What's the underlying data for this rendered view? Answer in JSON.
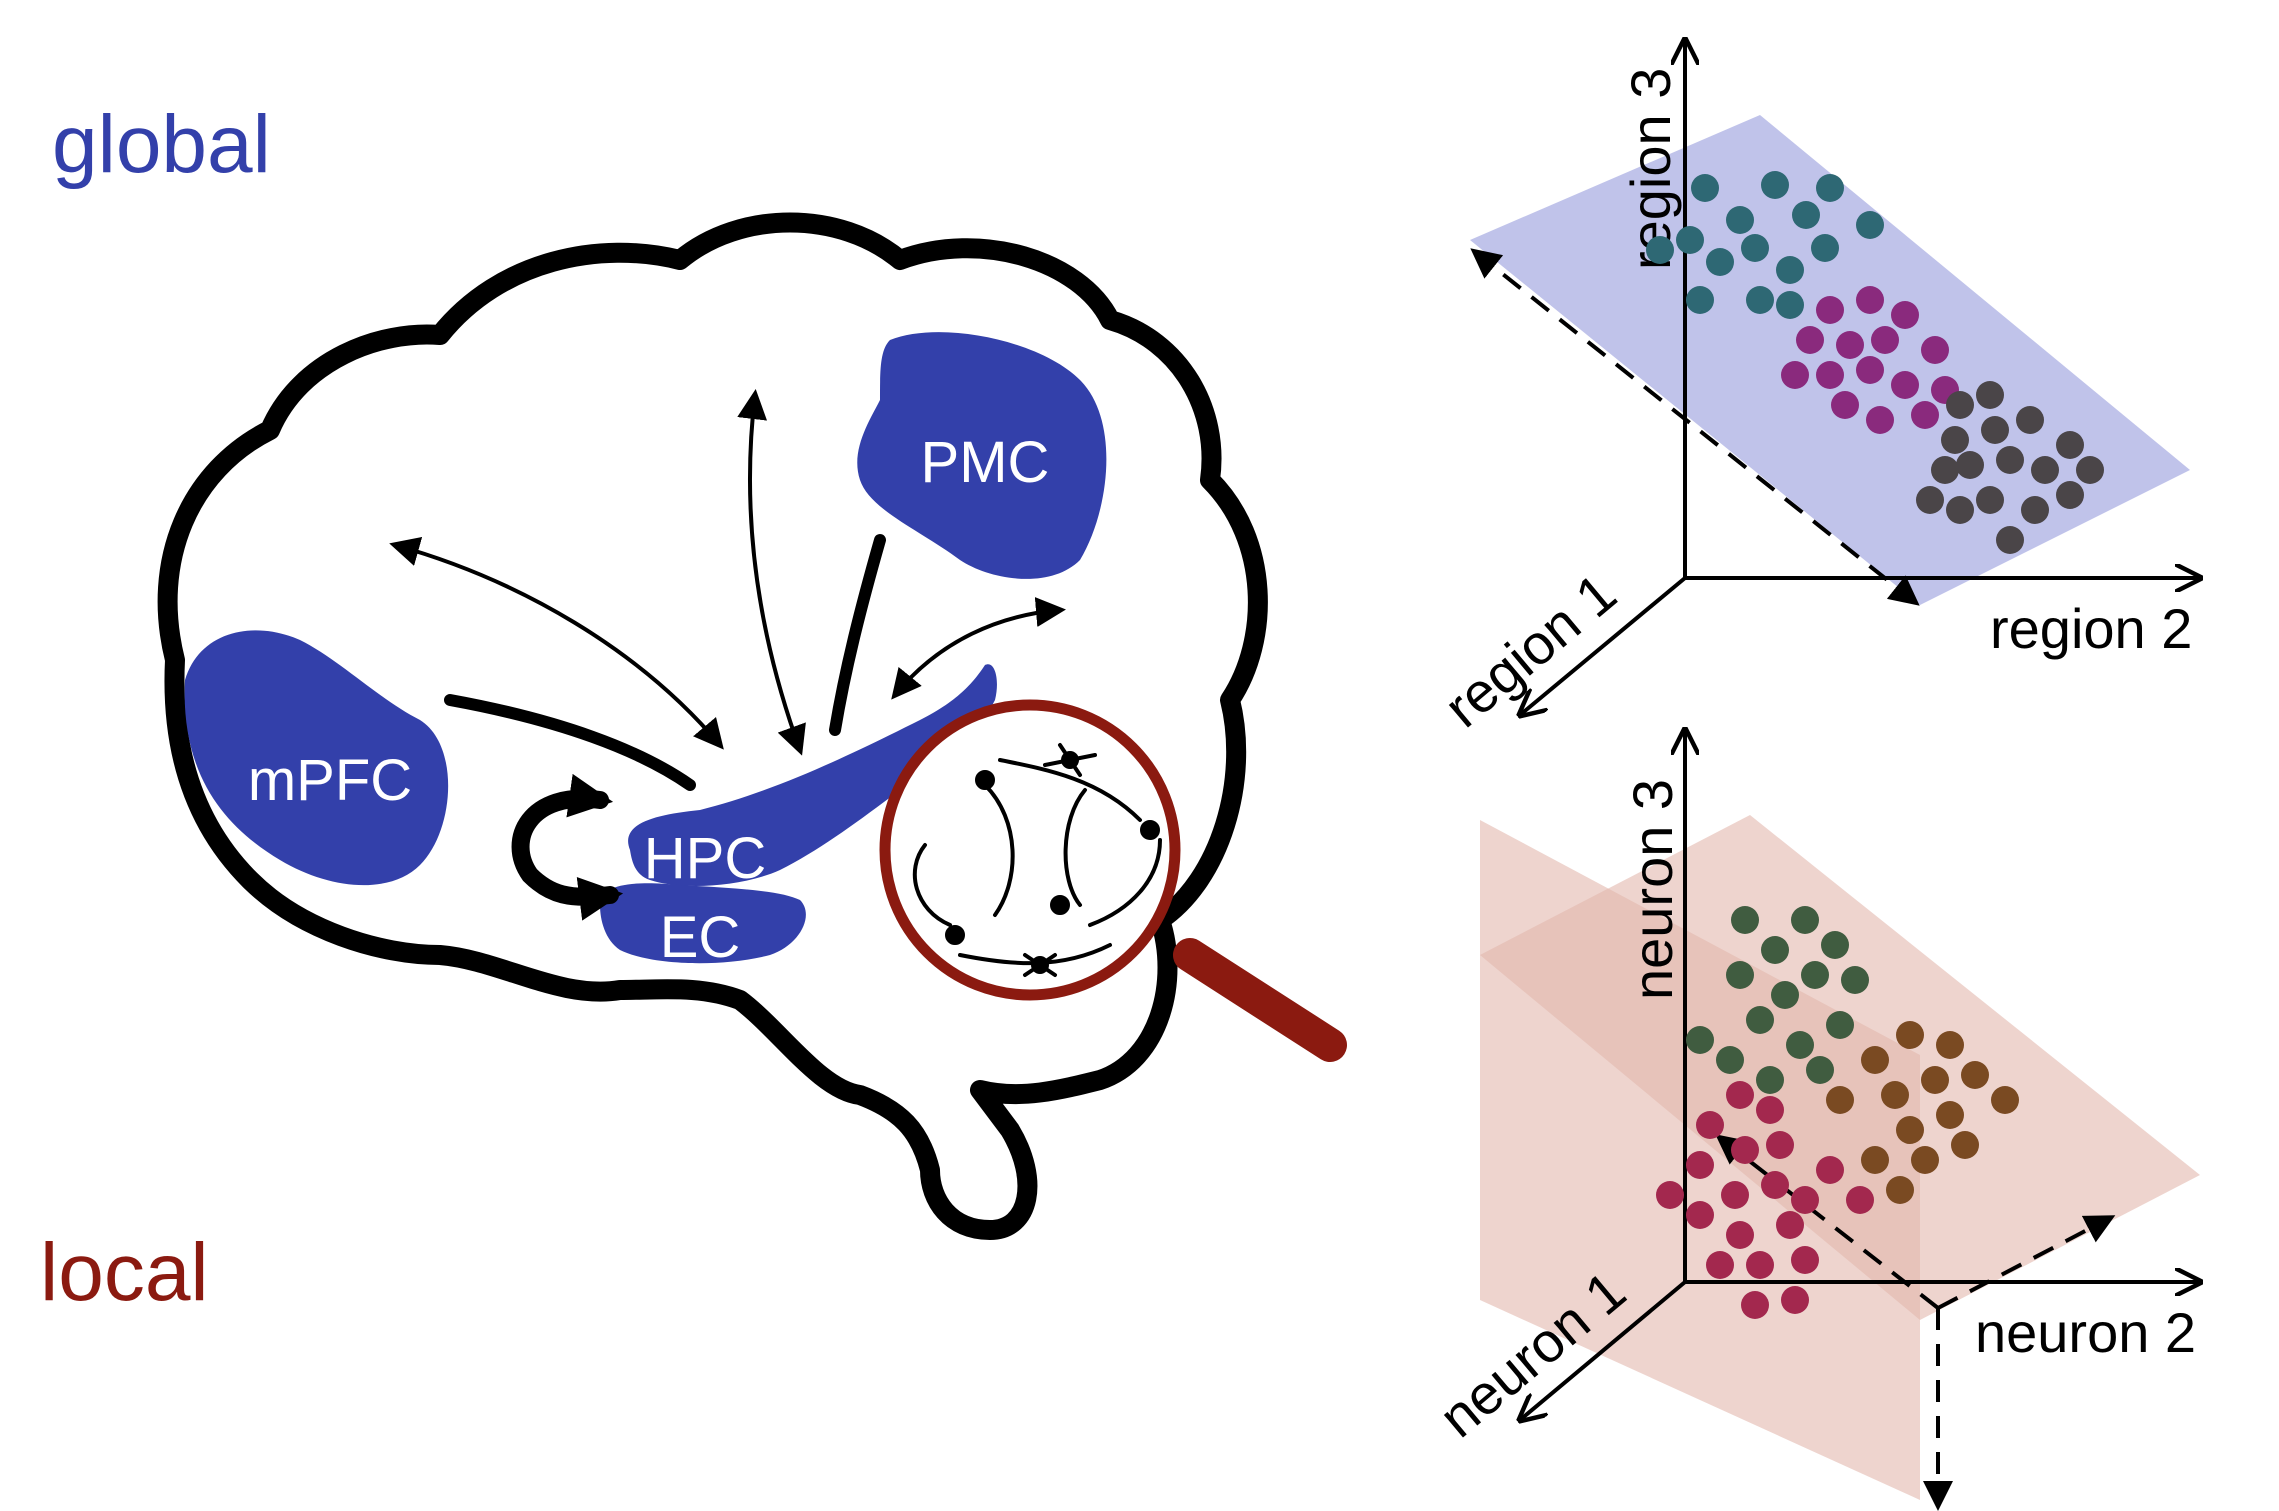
{
  "labels": {
    "global": "global",
    "local": "local"
  },
  "regions": {
    "mpfc": "mPFC",
    "pmc": "PMC",
    "hpc": "HPC",
    "ec": "EC"
  },
  "plot_region": {
    "axis_x": "region 1",
    "axis_y": "region 2",
    "axis_z": "region 3"
  },
  "plot_neuron": {
    "axis_x": "neuron 1",
    "axis_y": "neuron 2",
    "axis_z": "neuron 3"
  },
  "colors": {
    "global_blue": "#3340aa",
    "local_red": "#8b1a10",
    "plane_blue": "#b5b8e6",
    "plane_red": "#e3b8ae",
    "cluster_teal": "#2e6874",
    "cluster_magenta": "#8a2a7d",
    "cluster_gray": "#4a4548",
    "cluster_green": "#405c40",
    "cluster_brown": "#7a4a22",
    "cluster_crimson": "#a3284e"
  },
  "icons": [
    "brain-outline",
    "magnifier-icon",
    "neuron-cell-icons"
  ]
}
